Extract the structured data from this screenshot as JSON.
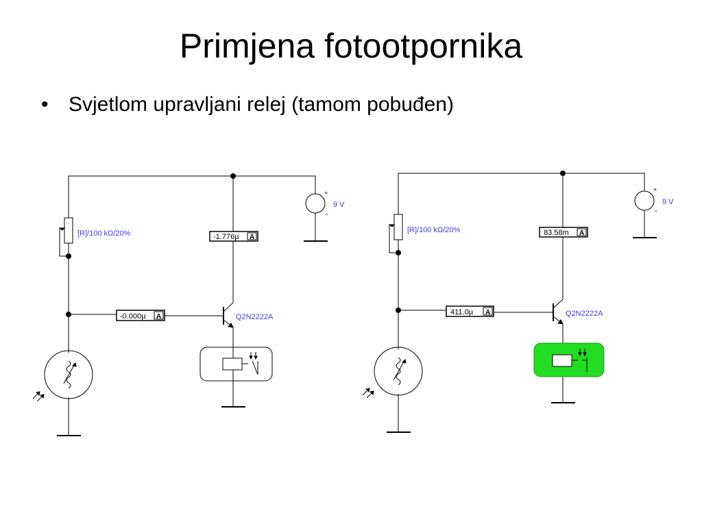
{
  "slide": {
    "title": "Primjena fotootpornika",
    "bullet_symbol": "•",
    "bullet_text": "Svjetlom upravljani relej (tamom pobuđen)"
  },
  "circuits": [
    {
      "potentiometer_label": "[R]/100 kΩ/20%",
      "source_label": "9 V",
      "collector_meter": "-1.776µ",
      "base_meter": "-0.000µ",
      "transistor_label": "Q2N2222A",
      "meter_unit": "A",
      "relay_energized": false
    },
    {
      "potentiometer_label": "[R]/100 kΩ/20%",
      "source_label": "9 V",
      "collector_meter": "83.58m",
      "base_meter": "411.0µ",
      "transistor_label": "Q2N2222A",
      "meter_unit": "A",
      "relay_energized": true
    }
  ],
  "colors": {
    "label": "#3a3aff",
    "relay_active": "#22dd22",
    "wire": "#000000"
  }
}
